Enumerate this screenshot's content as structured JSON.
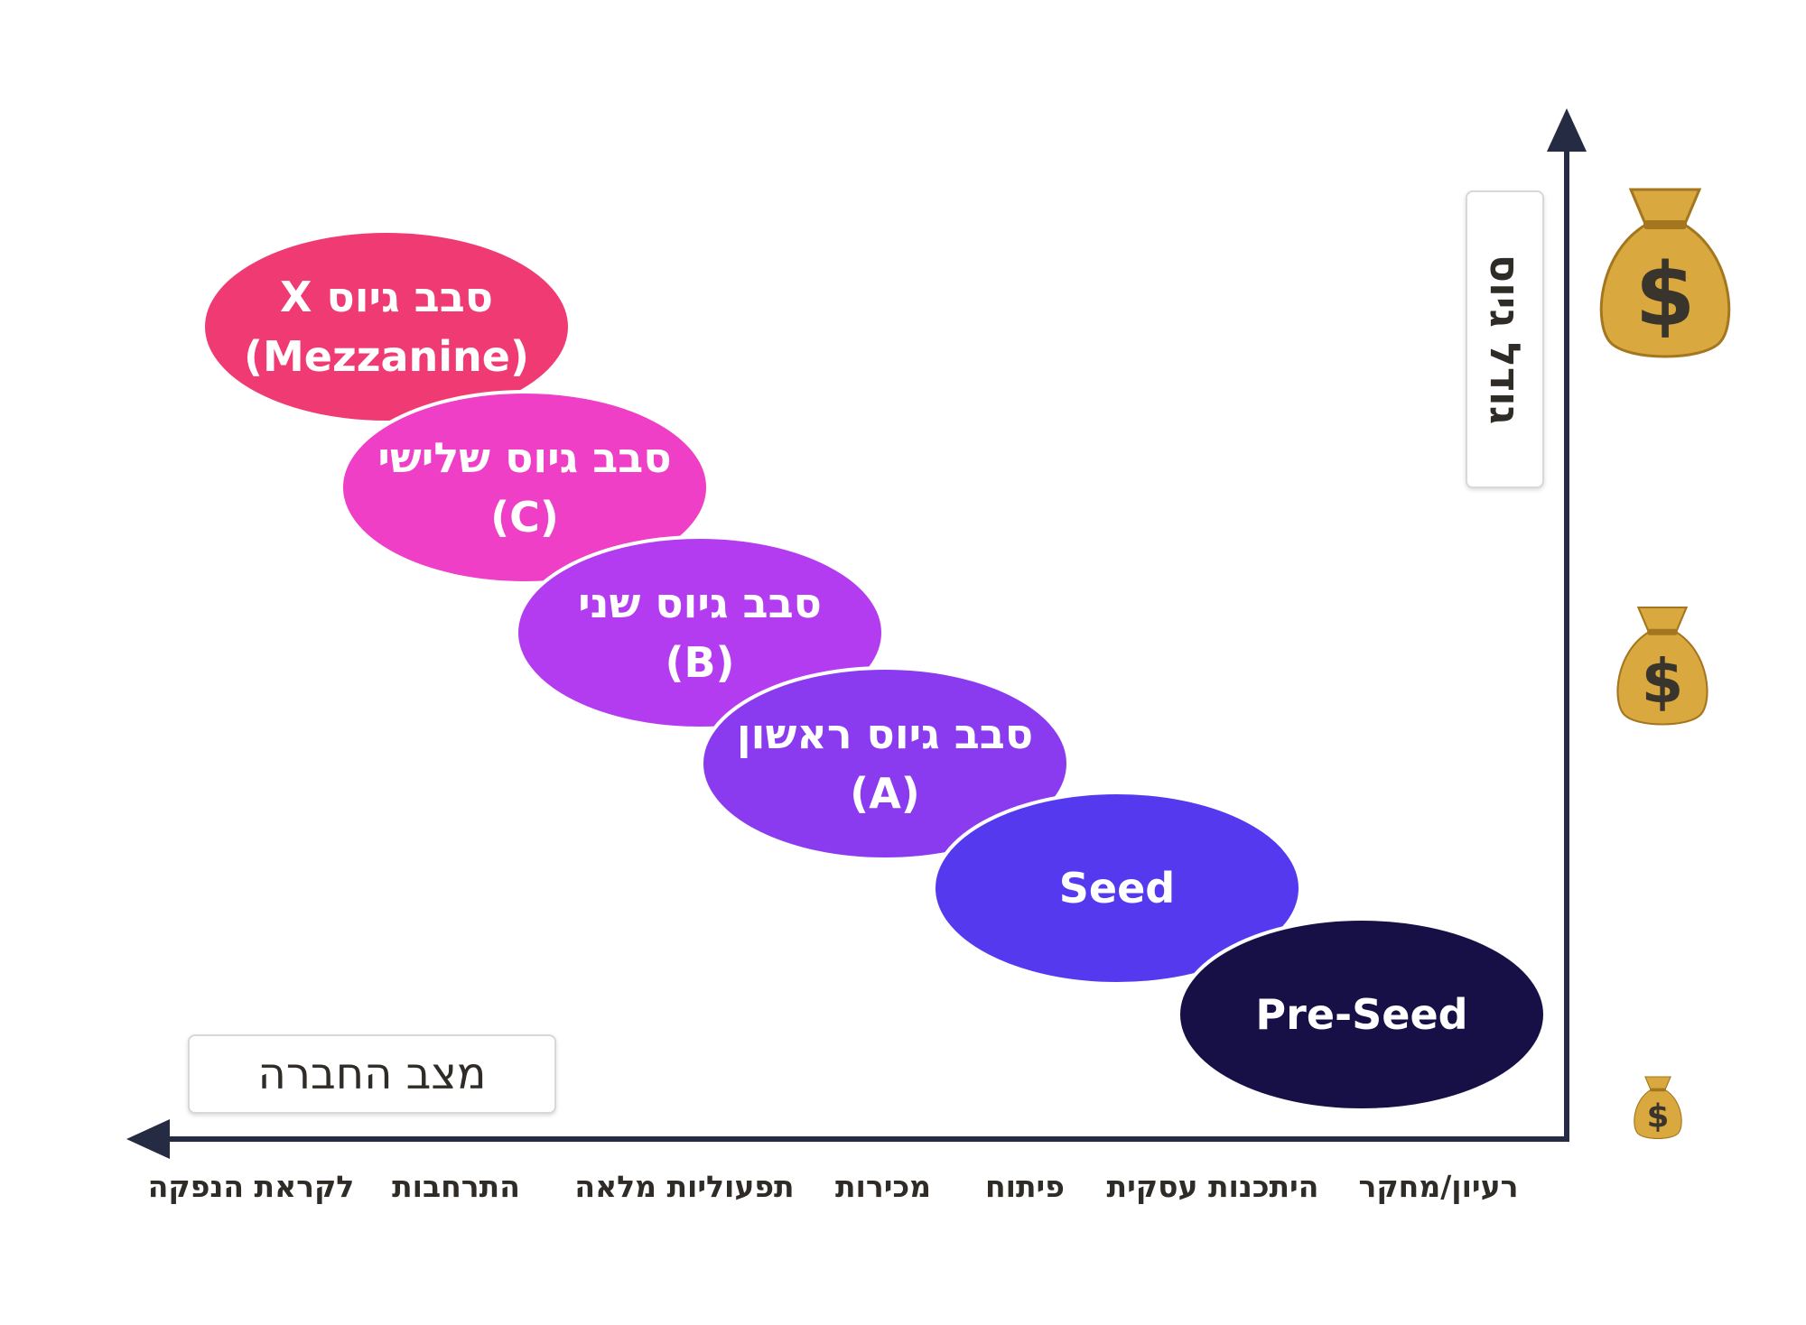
{
  "y_axis_title": "גודל גיוס",
  "x_axis_title": "מצב החברה",
  "rounds": [
    {
      "line1": "Pre-Seed",
      "line2": "",
      "color": "#161046"
    },
    {
      "line1": "Seed",
      "line2": "",
      "color": "#5539ef"
    },
    {
      "line1": "סבב גיוס ראשון",
      "line2": "(A)",
      "color": "#8b3bef"
    },
    {
      "line1": "סבב גיוס שני",
      "line2": "(B)",
      "color": "#b33bf0"
    },
    {
      "line1": "סבב גיוס שלישי",
      "line2": "(C)",
      "color": "#ee3fc6"
    },
    {
      "line1": "סבב גיוס X",
      "line2": "(Mezzanine)",
      "color": "#f03a73"
    }
  ],
  "stages": [
    "רעיון/מחקר",
    "היתכנות עסקית",
    "פיתוח",
    "מכירות",
    "תפעוליות מלאה",
    "התרחבות",
    "לקראת הנפקה"
  ],
  "icons": {
    "money_bag": "money-bag-icon"
  },
  "colors": {
    "axis": "#262b44",
    "bag": "#d9a83f",
    "bag_dark": "#a4761f",
    "dollar": "#3a352c"
  }
}
